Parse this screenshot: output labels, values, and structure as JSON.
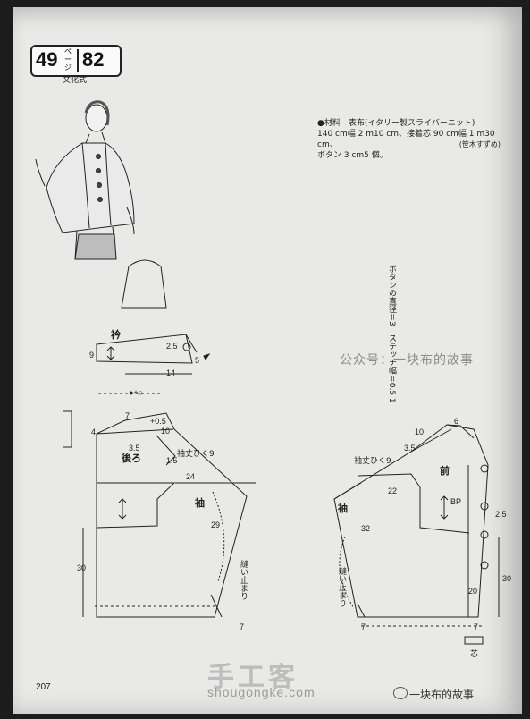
{
  "header": {
    "pattern_no": "49",
    "page_label": "ページ",
    "page_ref": "82",
    "publisher": "文化式"
  },
  "materials": {
    "line1": "●材料　表布(イタリー製スライバーニット)",
    "line2": "140 cm幅 2 m10 cm、接着芯 90 cm幅 1 m30 cm、",
    "line3": "ボタン 3 cm5 個。",
    "author": "(笹木すずめ)"
  },
  "note_vertical": "ボタンの直径＝3　ステッチ幅＝0.5 1",
  "collar": {
    "title": "衿",
    "dims": [
      "9",
      "2.5",
      "5",
      "14"
    ]
  },
  "back": {
    "title": "後ろ",
    "sleeve": "袖",
    "sleeve_note": "袖丈ひく9",
    "stop_note": "縫い止まり",
    "dims": [
      "7",
      "+0.5",
      "4",
      "10",
      "3.5",
      "1.5",
      "24",
      "29",
      "30",
      "7"
    ],
    "scale_note": "●+○"
  },
  "front": {
    "title": "前",
    "sleeve": "袖",
    "sleeve_note": "袖丈ひく9",
    "stop_note": "縫い止まり",
    "bp": "BP",
    "fold": "芯",
    "dims": [
      "6",
      "10",
      "3.5",
      "22",
      "32",
      "2.5",
      "30",
      "20",
      "7",
      "7"
    ]
  },
  "page_number": "207",
  "watermarks": {
    "wechat": "公众号：一块布的故事",
    "site_cn": "手工客",
    "site_url": "shougongke.com",
    "brand": "一块布的故事"
  },
  "colors": {
    "paper": "#e9e9e7",
    "ink": "#222222"
  }
}
